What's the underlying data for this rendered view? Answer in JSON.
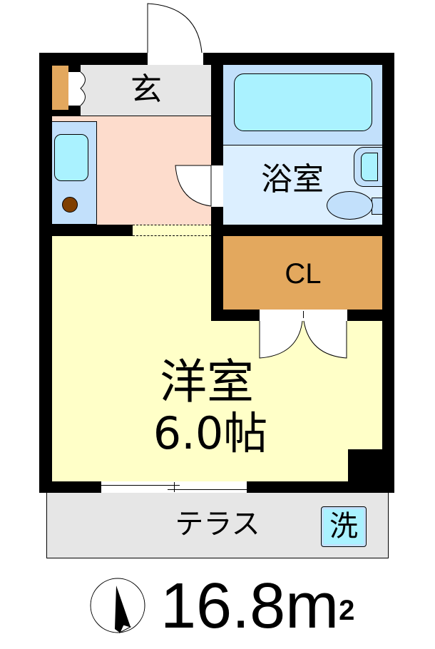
{
  "floorplan": {
    "rooms": {
      "entrance": {
        "label": "玄",
        "color": "#e6e6e6"
      },
      "kitchen": {
        "label": "",
        "color": "#fddccc"
      },
      "bathroom": {
        "label": "浴室",
        "color": "#dcefff",
        "tub_area_color": "#c2e0fb",
        "tub_color": "#aaf2ff"
      },
      "closet": {
        "label": "CL",
        "color": "#e3a85e"
      },
      "western_room": {
        "label": "洋室",
        "size": "6.0帖",
        "color": "#ffffc8"
      },
      "terrace": {
        "label": "テラス",
        "color": "#e6e6e6"
      }
    },
    "fixtures": {
      "shoe_cabinet_color": "#e3a85e",
      "sink_counter_color": "#c2e0fb",
      "sink_basin_color": "#aaf2ff",
      "stove_color": "#7f3f00",
      "washer_label": "洗",
      "washer_color": "#aaf2ff"
    },
    "area": {
      "value": "16.8",
      "unit": "m",
      "superscript": "2"
    },
    "compass": {
      "icon": "north-arrow-icon"
    }
  }
}
